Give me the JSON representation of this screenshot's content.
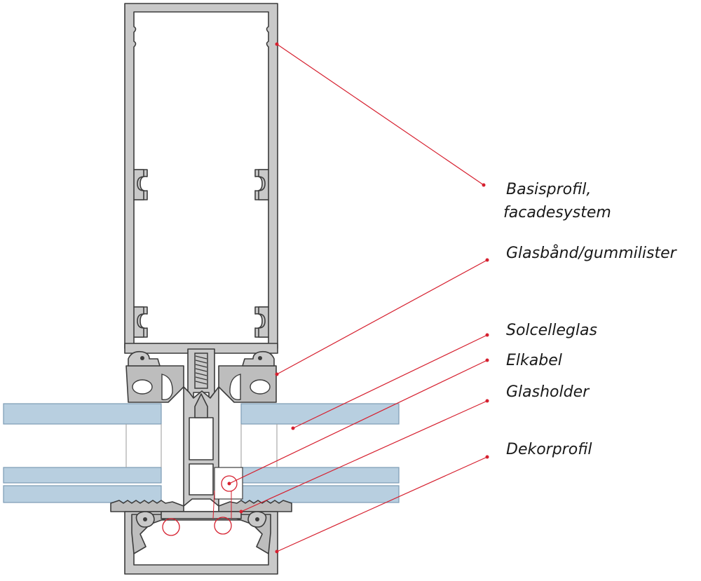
{
  "colors": {
    "profile_fill": "#c9c9c9",
    "profile_stroke": "#3c3c3c",
    "glass_fill": "#b8cfe0",
    "glass_stroke": "#7d9bb4",
    "leader_line": "#d6202f",
    "label_text": "#1a1a1a"
  },
  "labels": {
    "basisprofil_line1": "Basisprofil,",
    "basisprofil_line2": "facadesystem",
    "glasbaand": "Glasbånd/gummilister",
    "solcelleglas": "Solcelleglas",
    "elkabel": "Elkabel",
    "glasholder": "Glasholder",
    "dekorprofil": "Dekorprofil"
  }
}
